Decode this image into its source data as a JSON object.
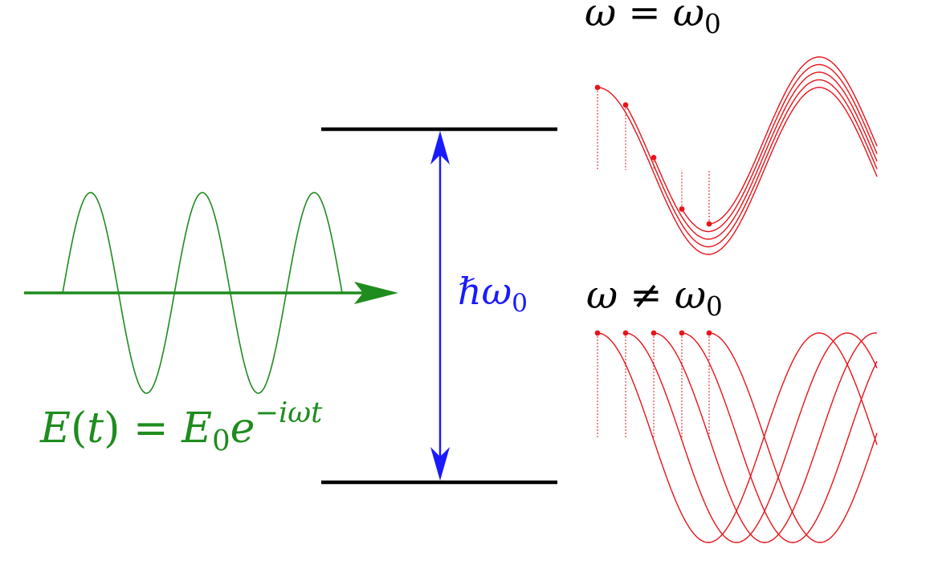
{
  "field_equation": {
    "E": "E",
    "lparen": "(",
    "t": "t",
    "rparen": ")",
    "equals": "=",
    "E0_base": "E",
    "E0_sub": "0",
    "exp_base": "e",
    "exp_sup": "−iωt",
    "color": "#1e8c1e"
  },
  "energy_gap": {
    "hbar": "ℏ",
    "omega": "ω",
    "sub": "0",
    "color": "#1a1aff"
  },
  "resonant_case": {
    "lhs": "ω",
    "op": "=",
    "rhs": "ω",
    "rhs_sub": "0"
  },
  "detuned_case": {
    "lhs": "ω",
    "op": "≠",
    "rhs": "ω",
    "rhs_sub": "0"
  },
  "colors": {
    "wave": "#1e8c1e",
    "arrow": "#1a1aff",
    "levels": "#000000",
    "traces": "#e8141a"
  }
}
